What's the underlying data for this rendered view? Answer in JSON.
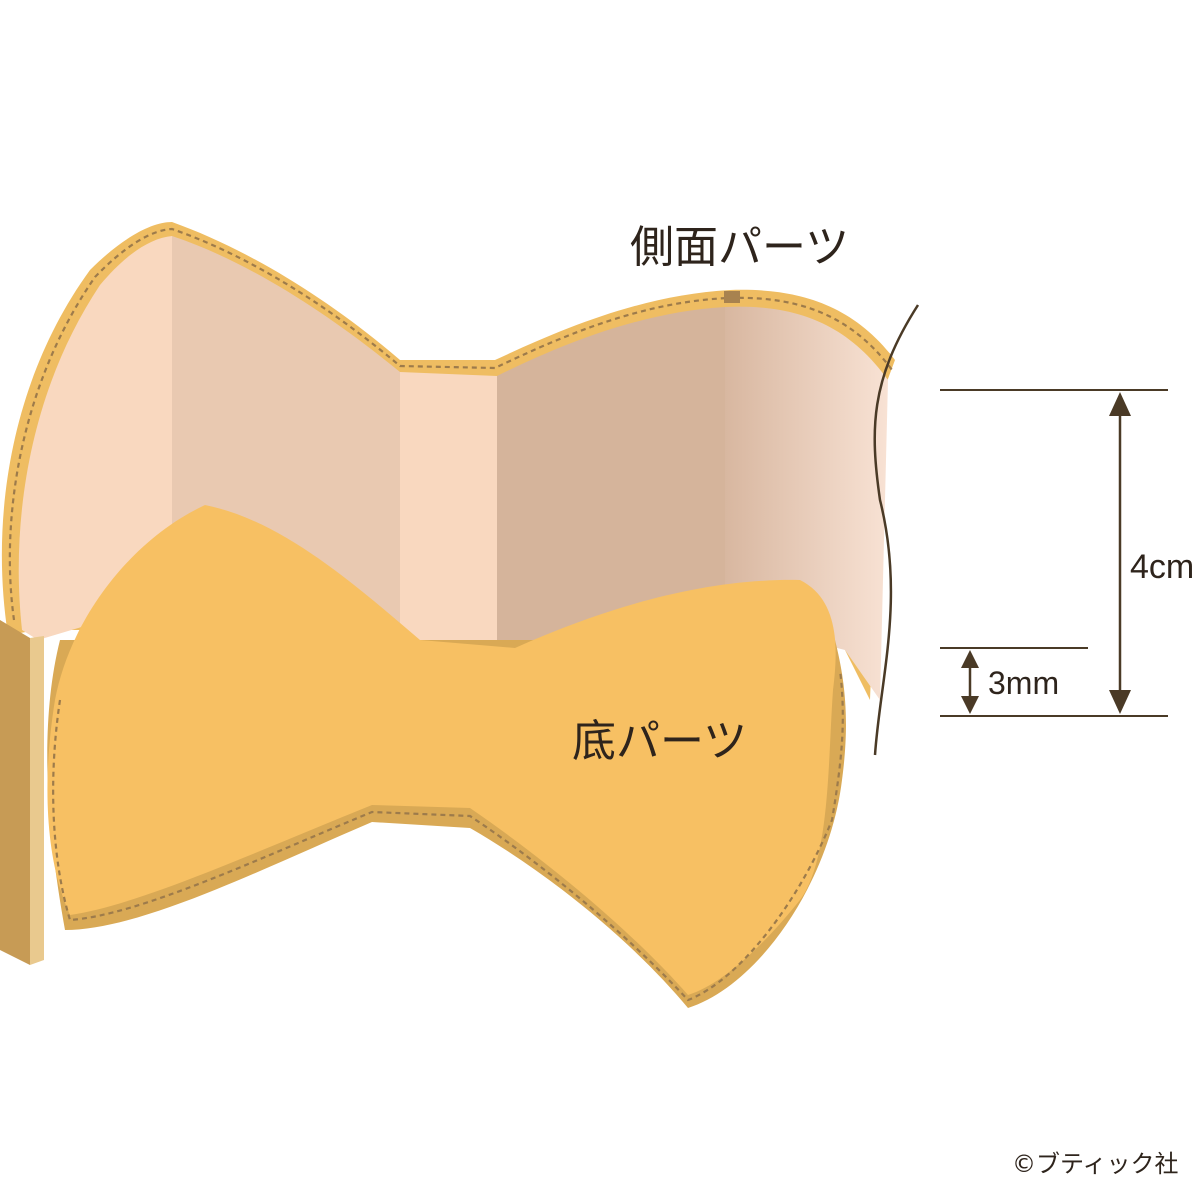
{
  "labels": {
    "side_part": "側面パーツ",
    "bottom_part": "底パーツ"
  },
  "dimensions": {
    "height": "4cm",
    "margin": "3mm"
  },
  "credit": "©ブティック社",
  "colors": {
    "side_light": "#f9d8bf",
    "side_mid": "#e9c9b1",
    "side_dark": "#d5b49b",
    "bottom_fill": "#f7c063",
    "edge_fill": "#e8b860",
    "stitch": "#9d7b4b",
    "dimension_line": "#4a3a26"
  }
}
